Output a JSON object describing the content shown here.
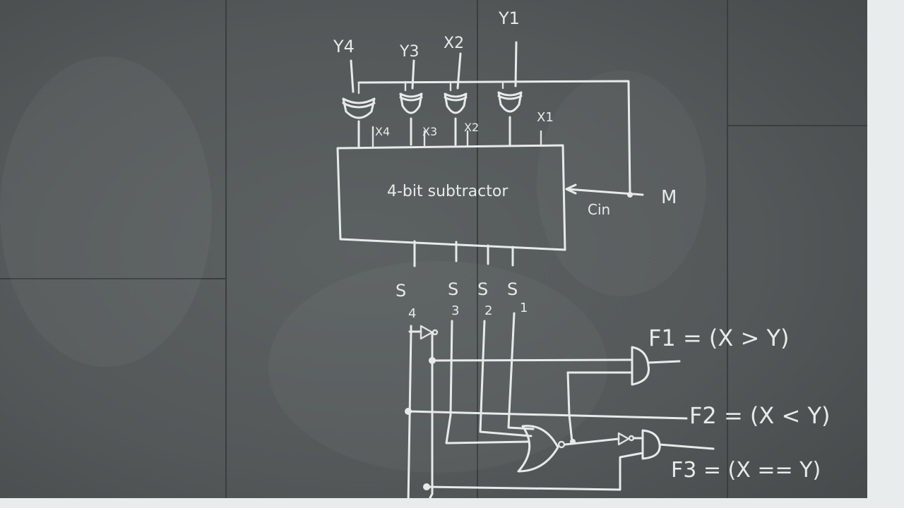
{
  "inputs_y": [
    "Y4",
    "Y3",
    "X2",
    "Y1"
  ],
  "inputs_x": [
    "X4",
    "X3",
    "X2",
    "X1"
  ],
  "block_label": "4-bit subtractor",
  "control": "M",
  "carry_label": "Cin",
  "sum_letter": "S",
  "sum_digits": [
    "4",
    "3",
    "2",
    "1"
  ],
  "outputs": [
    "F1 = (X > Y)",
    "F2 = (X < Y)",
    "F3 = (X == Y)"
  ],
  "colors": {
    "board": "#565b5c",
    "chalk": "#e6ebea",
    "wall": "#e9ecec"
  }
}
